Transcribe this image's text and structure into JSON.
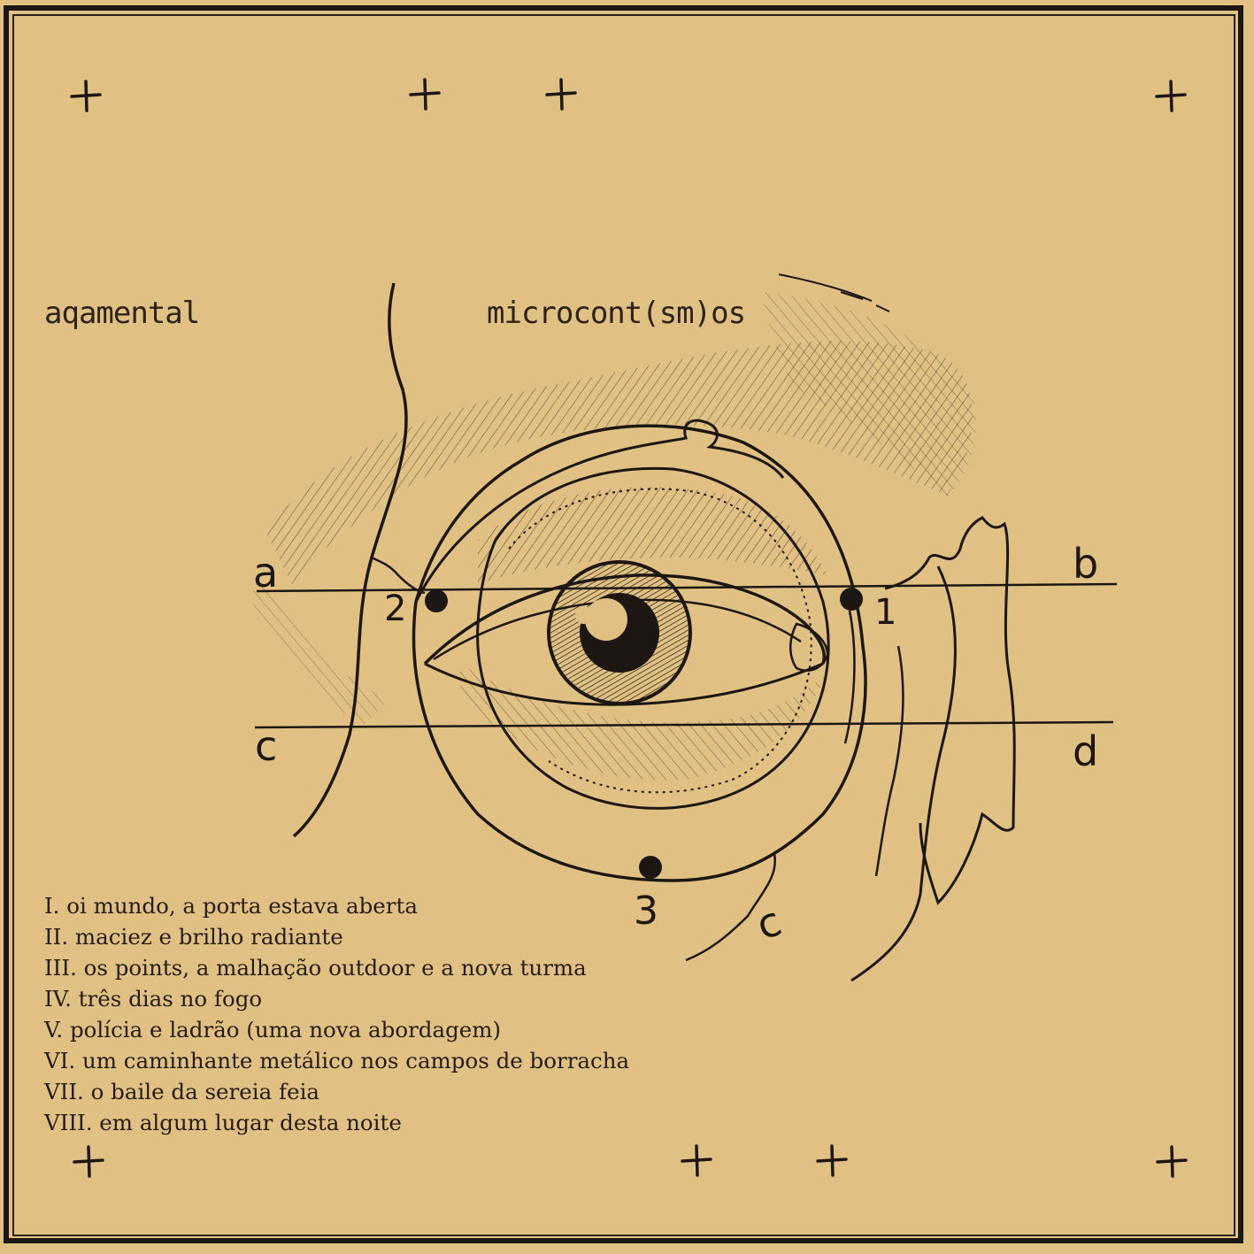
{
  "artist": "aqamental",
  "title": "microcont(sm)os",
  "diagram": {
    "icon": "eye-anatomy-illustration",
    "labels": {
      "a": "a",
      "b": "b",
      "c": "c",
      "d": "d",
      "p1": "1",
      "p2": "2",
      "p3": "3",
      "c_small": "c"
    }
  },
  "tracklist": [
    "I. oi mundo, a porta estava aberta",
    "II. maciez e brilho radiante",
    "III. os points, a malhação outdoor e a nova turma",
    "IV. três dias no fogo",
    "V. polícia e ladrão (uma nova abordagem)",
    "VI. um caminhante metálico nos campos de borracha",
    "VII. o baile da sereia feia",
    "VIII. em algum lugar desta noite"
  ],
  "colors": {
    "background": "#e1c084",
    "ink": "#1c1712"
  }
}
